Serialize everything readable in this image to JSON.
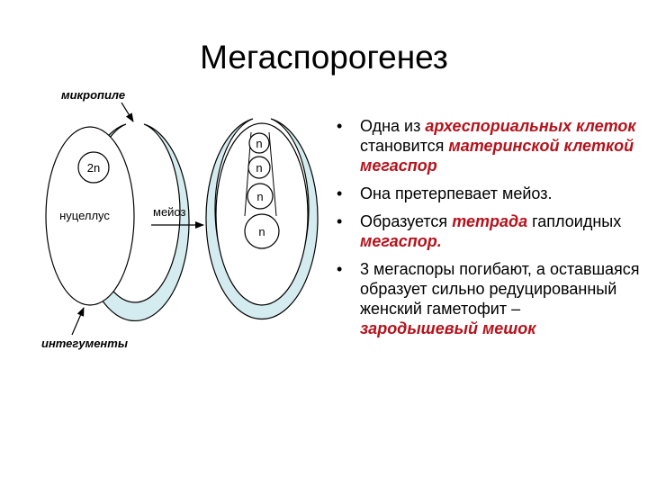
{
  "title": "Мегаспорогенез",
  "colors": {
    "integument_fill": "#d4ecef",
    "outline": "#000000",
    "highlight": "#b5121b"
  },
  "diagram": {
    "micropyle_label": "микропиле",
    "diploid_label": "2n",
    "nucellus_label": "нуцеллус",
    "meiosis_label": "мейоз",
    "integuments_label": "интегументы",
    "haploid_labels": [
      "n",
      "n",
      "n",
      "n"
    ]
  },
  "bullets": [
    {
      "parts": [
        {
          "text": "Одна из ",
          "hl": false
        },
        {
          "text": "археспориальных клеток",
          "hl": true
        },
        {
          "text": " становится ",
          "hl": false
        },
        {
          "text": "материнской клеткой мегаспор",
          "hl": true
        }
      ]
    },
    {
      "parts": [
        {
          "text": "Она претерпевает мейоз.",
          "hl": false
        }
      ]
    },
    {
      "parts": [
        {
          "text": "Образуется ",
          "hl": false
        },
        {
          "text": "тетрада",
          "hl": true
        },
        {
          "text": " гаплоидных ",
          "hl": false
        },
        {
          "text": "мегаспор.",
          "hl": true
        }
      ]
    },
    {
      "parts": [
        {
          "text": "3 мегаспоры погибают, а оставшаяся образует сильно редуцированный женский гаметофит – ",
          "hl": false
        },
        {
          "text": "зародышевый мешок",
          "hl": true
        }
      ]
    }
  ]
}
